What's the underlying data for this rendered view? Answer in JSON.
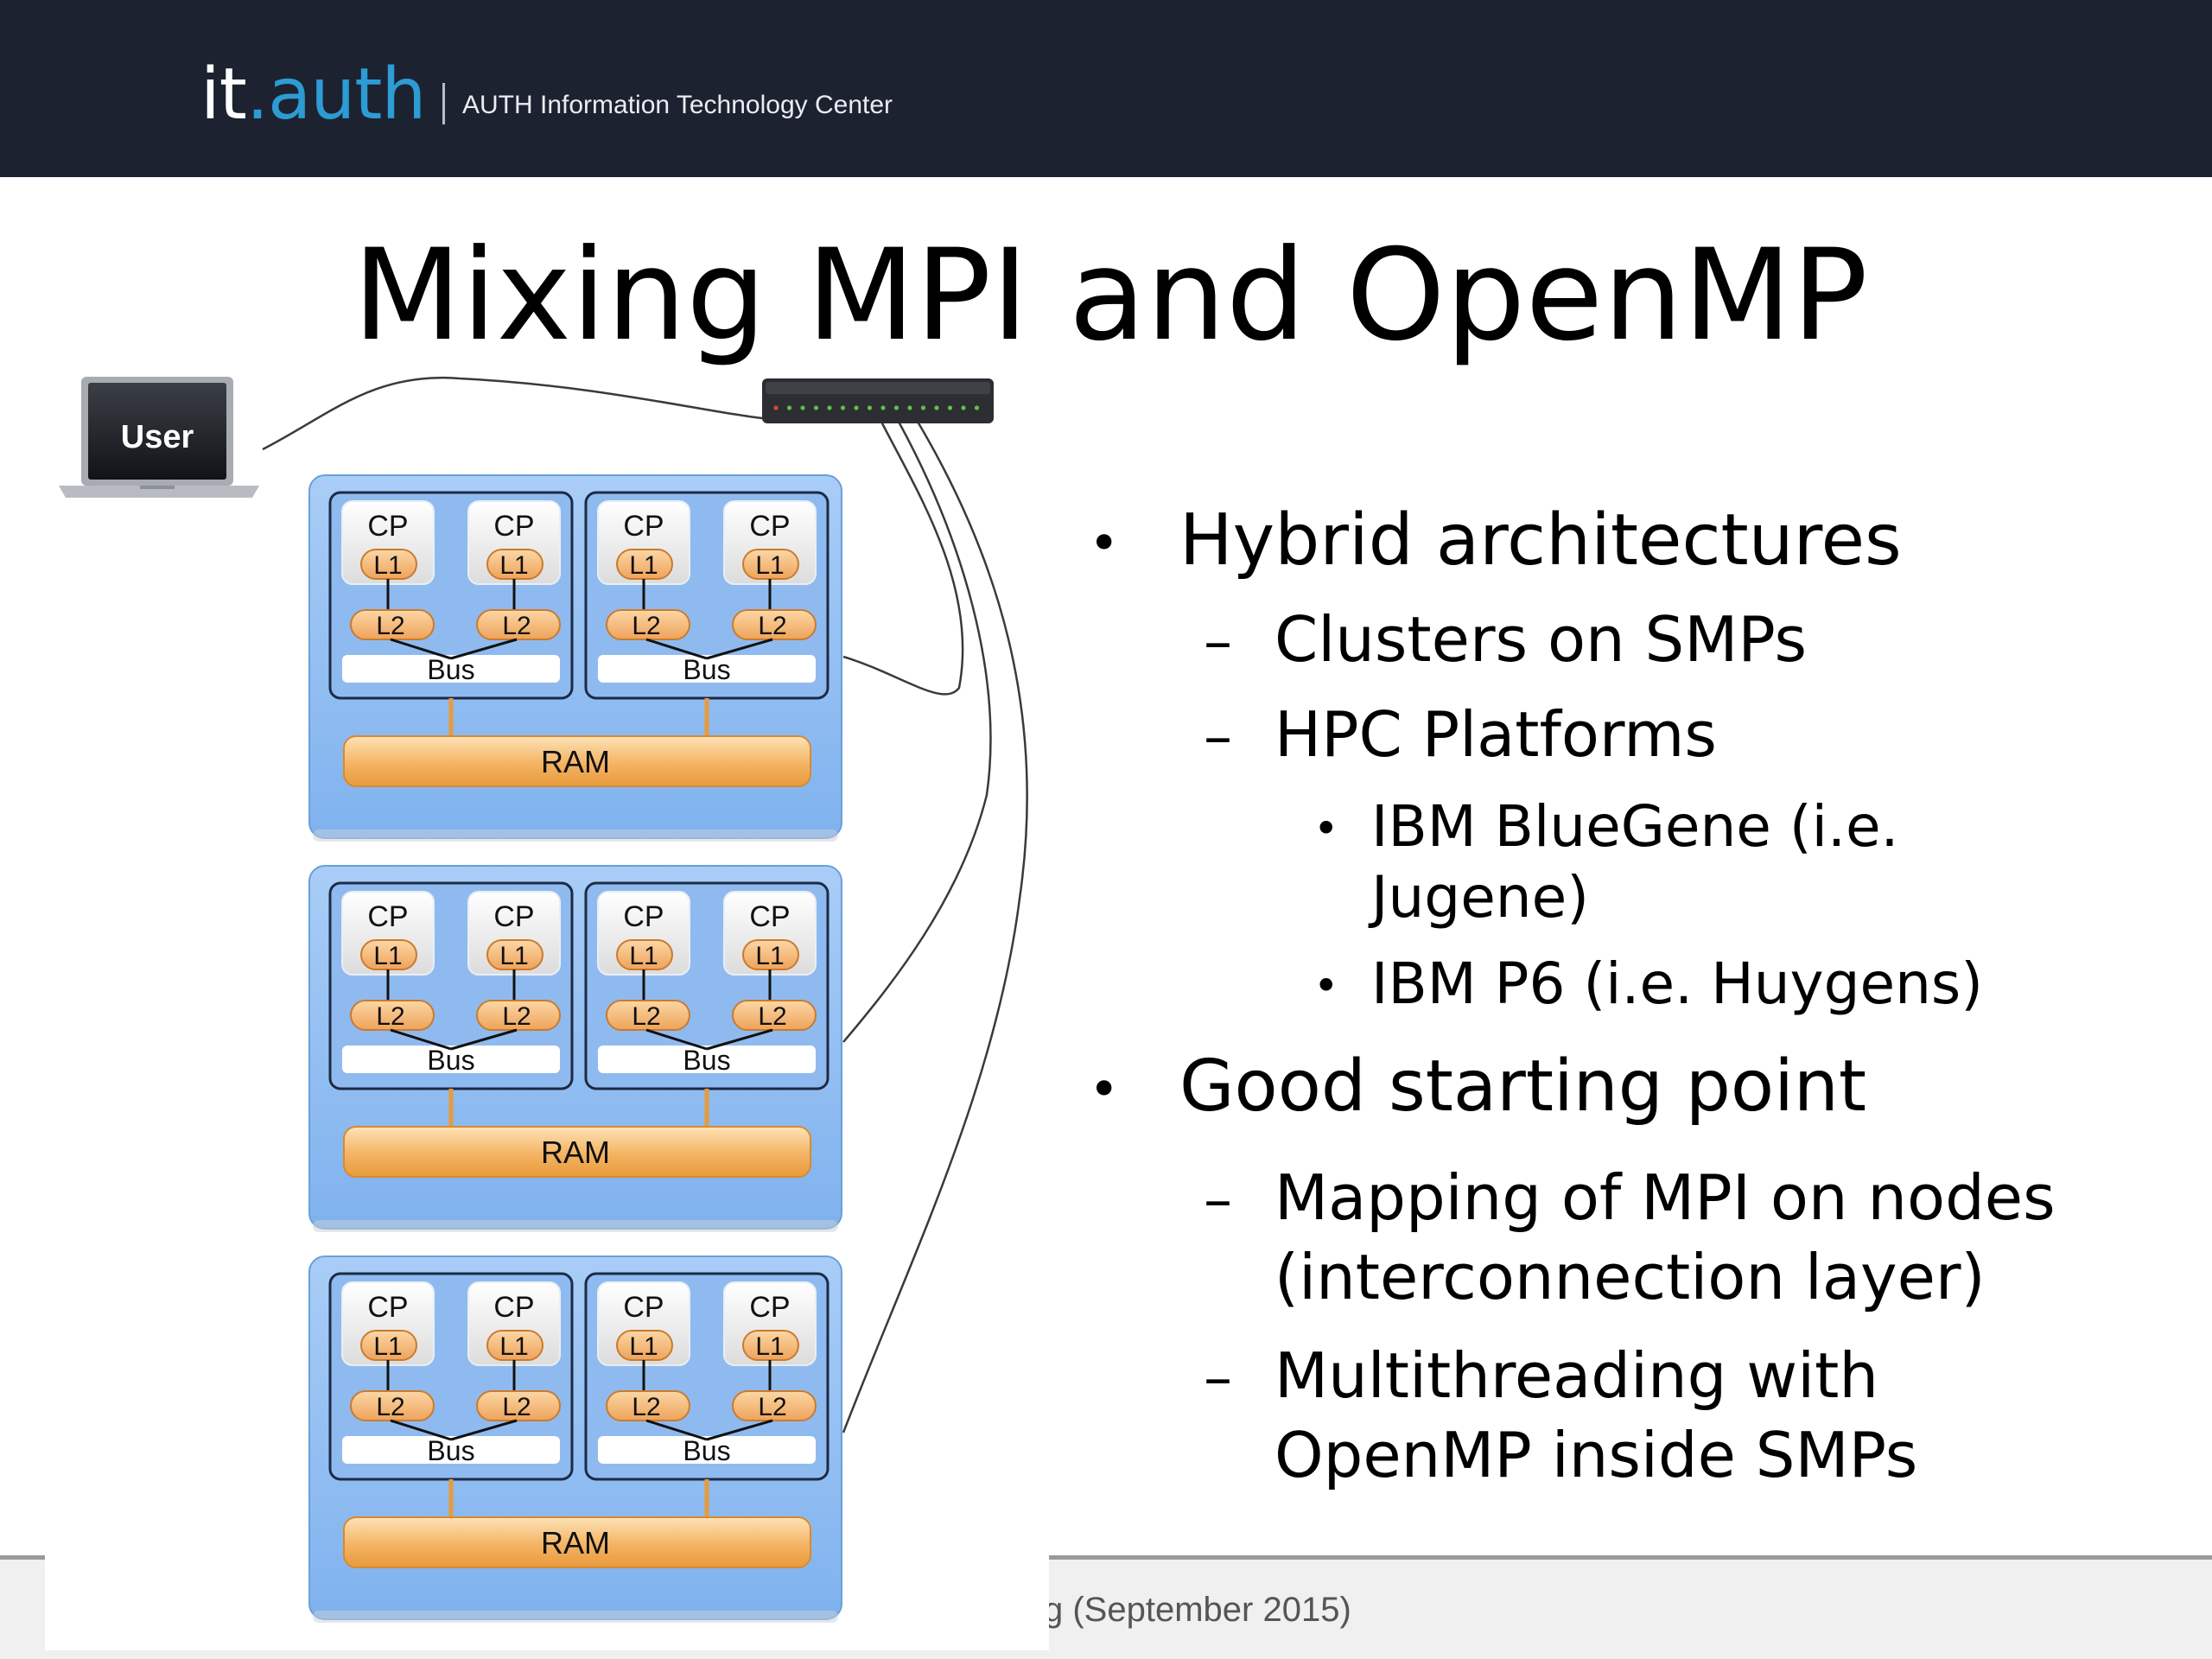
{
  "header": {
    "logo_main": "it",
    "logo_accent": ".auth",
    "subtitle": "AUTH Information Technology Center"
  },
  "slide": {
    "title": "Mixing MPI and OpenMP"
  },
  "diagram": {
    "user_label": "User",
    "cpu_label": "CP",
    "l1_label": "L1",
    "l2_label": "L2",
    "bus_label": "Bus",
    "ram_label": "RAM"
  },
  "bullets": [
    {
      "level": 1,
      "text": "Hybrid architectures"
    },
    {
      "level": 2,
      "text": "Clusters on SMPs"
    },
    {
      "level": 2,
      "text": "HPC Platforms"
    },
    {
      "level": 3,
      "lines": [
        "IBM BlueGene (i.e.",
        "Jugene)"
      ]
    },
    {
      "level": 3,
      "text": "IBM P6 (i.e. Huygens)"
    },
    {
      "level": 1,
      "text": "Good starting point"
    },
    {
      "level": 2,
      "lines": [
        "Mapping of MPI on nodes",
        "(interconnection layer)"
      ]
    },
    {
      "level": 2,
      "lines": [
        "Multithreading with",
        "OpenMP inside SMPs"
      ]
    }
  ],
  "footer": {
    "text": "g (September 2015)"
  }
}
